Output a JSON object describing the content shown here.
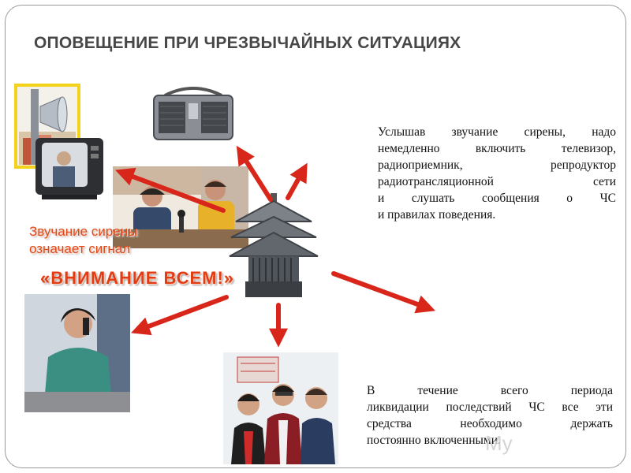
{
  "slide": {
    "title": "ОПОВЕЩЕНИЕ ПРИ ЧРЕЗВЫЧАЙНЫХ СИТУАЦИЯХ",
    "info_top": [
      "Услышав звучание сирены, надо",
      "немедленно включить телевизор,",
      "радиоприемник, репродуктор",
      "радиотрансляционной сети",
      "и слушать сообщения о ЧС",
      "и правилах поведения."
    ],
    "info_bottom": [
      "В течение всего периода",
      "ликвидации последствий ЧС все эти",
      "средства необходимо держать",
      "постоянно включенными."
    ],
    "siren_note": [
      "Звучание сирены",
      "означает сигнал"
    ],
    "attention": "«ВНИМАНИЕ ВСЕМ!»",
    "watermark": "My"
  },
  "colors": {
    "accent": "#e23c14",
    "arrow": "#d8271a",
    "title": "#474747"
  },
  "illustrations": [
    "loudspeaker-icon",
    "tv-icon",
    "radio-icon",
    "siren-icon",
    "radio-studio",
    "woman-phone",
    "group-people"
  ]
}
